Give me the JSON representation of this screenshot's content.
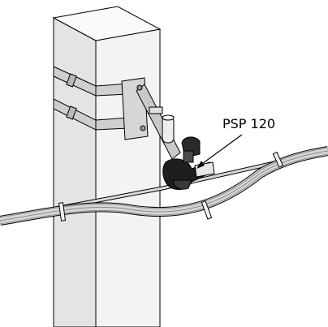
{
  "labels": {
    "clamp_model": "PSP 120"
  },
  "colors": {
    "outline": "#000000",
    "pole_front": "#e6e6e6",
    "pole_side": "#f2f2f2",
    "pole_top": "#f7f7f7",
    "strap": "#cccccc",
    "bracket": "#d8d8d8",
    "clamp_dark": "#1f1f1f",
    "cable_light": "#d9d9d9",
    "cable_mid": "#9a9a9a"
  },
  "icons": {
    "pole": "concrete-pole",
    "bracket": "wall-bracket",
    "clamp": "suspension-clamp",
    "cable": "aerial-bundled-cable"
  }
}
